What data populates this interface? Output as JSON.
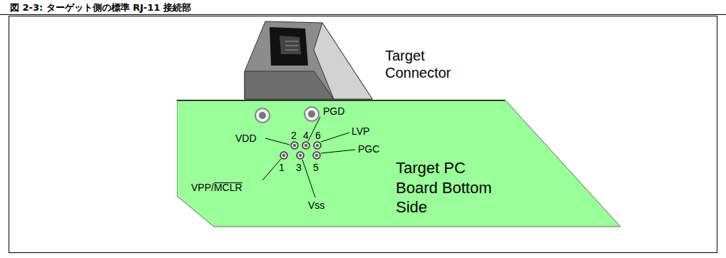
{
  "diagram": {
    "title": "図 2-3: ターゲット側の標準 RJ-11 接続部",
    "nodes": [
      {
        "text": [
          "Target PC Board Bottom Side"
        ]
      }
    ],
    "labels": [
      "Target Connector",
      "PGD",
      "VDD",
      "2",
      "4",
      "6",
      "LVP",
      "PGC",
      "1",
      "3",
      "5",
      "VPP/MCLR",
      "Vss"
    ]
  }
}
